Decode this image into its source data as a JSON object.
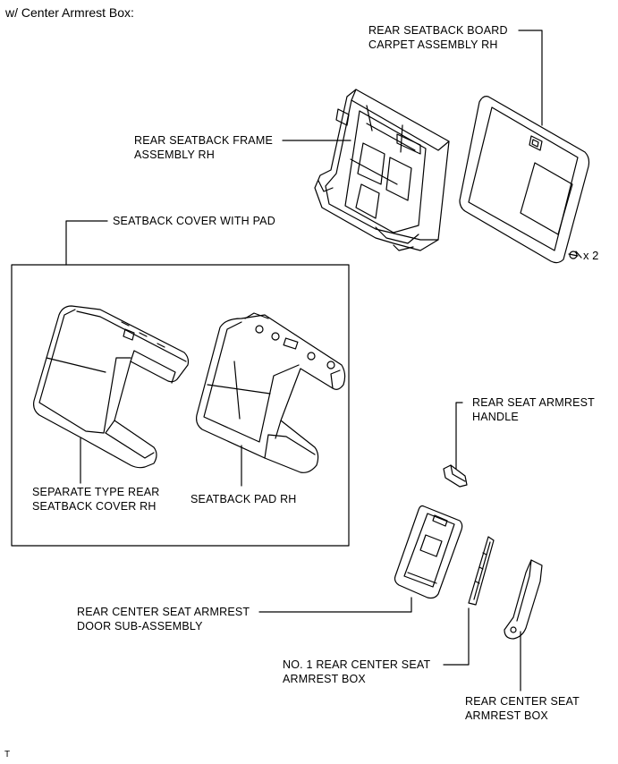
{
  "diagram": {
    "title": "w/ Center Armrest Box:",
    "labels": {
      "carpet_line1": "REAR SEATBACK BOARD",
      "carpet_line2": "CARPET ASSEMBLY RH",
      "frame_line1": "REAR SEATBACK FRAME",
      "frame_line2": "ASSEMBLY RH",
      "cover_pad": "SEATBACK COVER WITH PAD",
      "sep_cover_line1": "SEPARATE TYPE REAR",
      "sep_cover_line2": "SEATBACK COVER RH",
      "pad": "SEATBACK PAD RH",
      "handle_line1": "REAR SEAT ARMREST",
      "handle_line2": "HANDLE",
      "door_line1": "REAR CENTER SEAT ARMREST",
      "door_line2": "DOOR SUB-ASSEMBLY",
      "no1_box_line1": "NO. 1 REAR CENTER SEAT",
      "no1_box_line2": "ARMREST BOX",
      "box_line1": "REAR CENTER SEAT",
      "box_line2": "ARMREST BOX"
    },
    "clip_quantity": "x 2",
    "footer_mark": "T",
    "colors": {
      "line": "#000000",
      "background": "#ffffff"
    }
  }
}
